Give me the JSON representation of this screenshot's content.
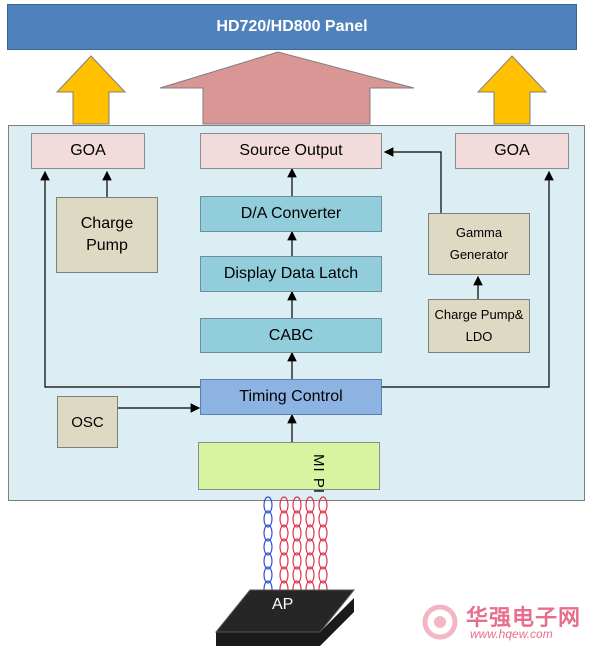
{
  "panel": {
    "label": "HD720/HD800 Panel"
  },
  "blocks": {
    "goa_left": "GOA",
    "goa_right": "GOA",
    "source_output": "Source Output",
    "charge_pump": "Charge Pump",
    "da_converter": "D/A Converter",
    "display_data_latch": "Display Data Latch",
    "cabc": "CABC",
    "gamma_generator": "Gamma Generator",
    "charge_pump_ldo": "Charge Pump& LDO",
    "osc": "OSC",
    "timing_control": "Timing Control",
    "mipi": "MI PI"
  },
  "ap": {
    "label": "AP"
  },
  "watermark": {
    "text": "华强电子网",
    "url": "www.hqew.com"
  },
  "colors": {
    "panel": "#4f81bd",
    "chip_bg": "#dbeef3",
    "arrow_yellow": "#ffc000",
    "arrow_pink": "#d99694",
    "wire_red": "#e0314a",
    "wire_blue": "#3050d0"
  }
}
